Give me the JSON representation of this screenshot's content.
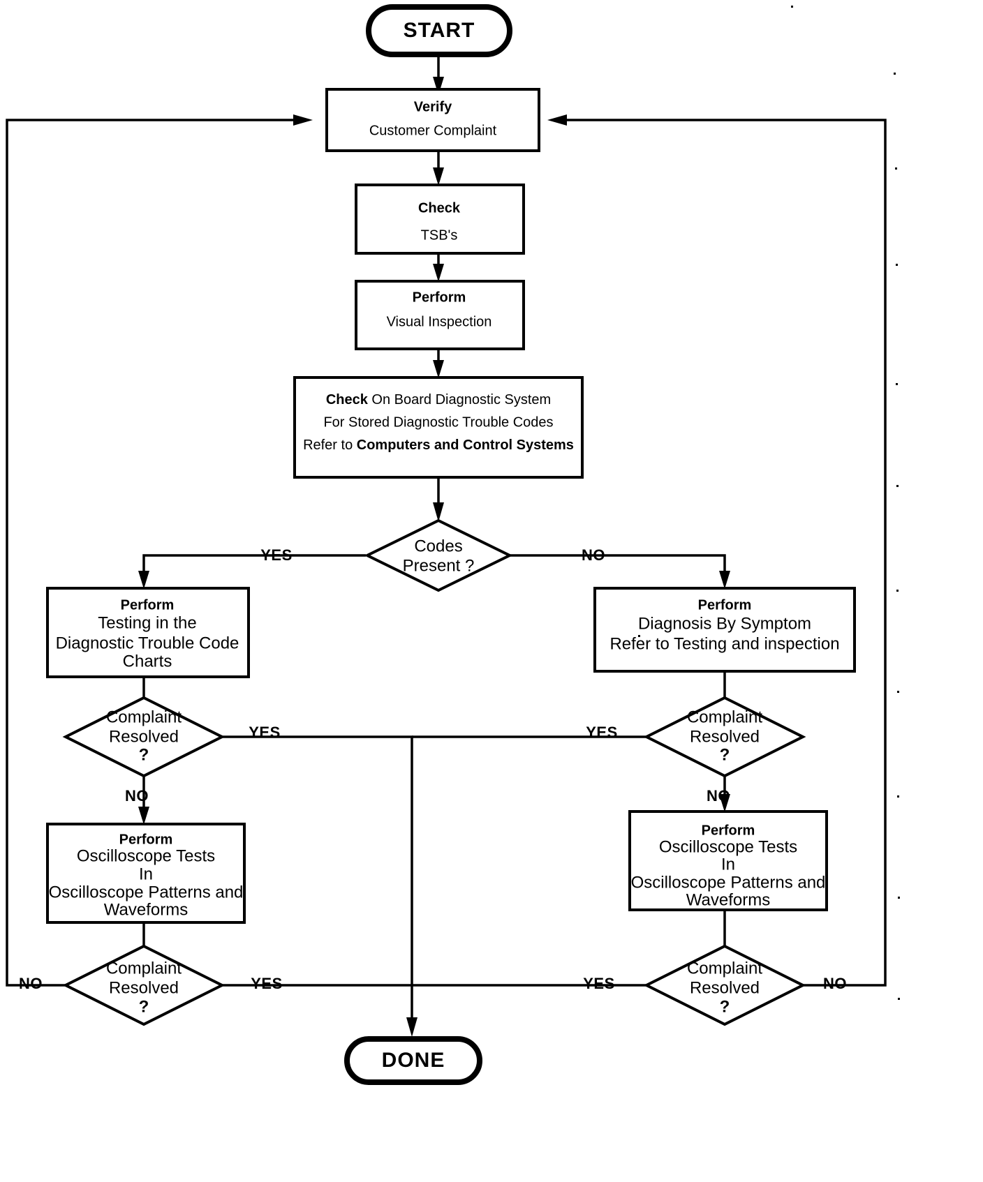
{
  "title": "Automotive Diagnostic Procedure Flowchart",
  "colors": {
    "line": "#000000",
    "fill": "#ffffff",
    "text": "#000000"
  },
  "nodes": {
    "start": {
      "label": "START",
      "shape": "terminal"
    },
    "verify": {
      "line1": "Verify",
      "line2": "Customer Complaint",
      "shape": "process"
    },
    "check_tsb": {
      "line1": "Check",
      "line2": "TSB's",
      "shape": "process"
    },
    "visual": {
      "line1": "Perform",
      "line2": "Visual Inspection",
      "shape": "process"
    },
    "obd": {
      "line1_bold": "Check",
      "line1_rest": " On Board Diagnostic System",
      "line2": "For Stored Diagnostic Trouble Codes",
      "line3_pre": "Refer to ",
      "line3_bold": "Computers and Control Systems",
      "shape": "process"
    },
    "codes_present": {
      "line1": "Codes",
      "line2": "Present ?",
      "shape": "decision"
    },
    "left_test": {
      "line1": "Perform",
      "line2": "Testing in the",
      "line3": "Diagnostic Trouble Code",
      "line4": "Charts",
      "shape": "process"
    },
    "right_test": {
      "line1": "Perform",
      "line2": "Diagnosis By Symptom",
      "line3": "Refer to Testing and inspection",
      "shape": "process"
    },
    "left_resolved_1": {
      "line1": "Complaint",
      "line2": "Resolved",
      "line3": "?",
      "shape": "decision"
    },
    "right_resolved_1": {
      "line1": "Complaint",
      "line2": "Resolved",
      "line3": "?",
      "shape": "decision"
    },
    "left_scope": {
      "line1": "Perform",
      "line2": "Oscilloscope Tests",
      "line3": "In",
      "line4": "Oscilloscope Patterns and",
      "line5": "Waveforms",
      "shape": "process"
    },
    "right_scope": {
      "line1": "Perform",
      "line2": "Oscilloscope Tests",
      "line3": "In",
      "line4": "Oscilloscope Patterns and",
      "line5": "Waveforms",
      "shape": "process"
    },
    "left_resolved_2": {
      "line1": "Complaint",
      "line2": "Resolved",
      "line3": "?",
      "shape": "decision"
    },
    "right_resolved_2": {
      "line1": "Complaint",
      "line2": "Resolved",
      "line3": "?",
      "shape": "decision"
    },
    "done": {
      "label": "DONE",
      "shape": "terminal"
    }
  },
  "edge_labels": {
    "codes_yes": "YES",
    "codes_no": "NO",
    "left_res1_yes": "YES",
    "left_res1_no": "NO",
    "right_res1_yes": "YES",
    "right_res1_no": "NO",
    "left_res2_yes": "YES",
    "left_res2_no": "NO",
    "right_res2_yes": "YES",
    "right_res2_no": "NO"
  },
  "chart_data": {
    "type": "flowchart",
    "title": "Automotive Diagnostic Procedure Flowchart",
    "orientation": "top-down",
    "nodes": [
      {
        "id": "start",
        "type": "terminal",
        "text": "START"
      },
      {
        "id": "verify",
        "type": "process",
        "text": "Verify / Customer Complaint"
      },
      {
        "id": "check_tsb",
        "type": "process",
        "text": "Check / TSB's"
      },
      {
        "id": "visual",
        "type": "process",
        "text": "Perform / Visual Inspection"
      },
      {
        "id": "obd",
        "type": "process",
        "text": "Check On Board Diagnostic System / For Stored Diagnostic Trouble Codes / Refer to Computers and Control Systems"
      },
      {
        "id": "codes_present",
        "type": "decision",
        "text": "Codes Present ?"
      },
      {
        "id": "left_test",
        "type": "process",
        "text": "Perform / Testing in the / Diagnostic Trouble Code / Charts"
      },
      {
        "id": "right_test",
        "type": "process",
        "text": "Perform / Diagnosis By Symptom / Refer to Testing and inspection"
      },
      {
        "id": "left_resolved_1",
        "type": "decision",
        "text": "Complaint Resolved ?"
      },
      {
        "id": "right_resolved_1",
        "type": "decision",
        "text": "Complaint Resolved ?"
      },
      {
        "id": "left_scope",
        "type": "process",
        "text": "Perform / Oscilloscope Tests / In / Oscilloscope Patterns and Waveforms"
      },
      {
        "id": "right_scope",
        "type": "process",
        "text": "Perform / Oscilloscope Tests / In / Oscilloscope Patterns and Waveforms"
      },
      {
        "id": "left_resolved_2",
        "type": "decision",
        "text": "Complaint Resolved ?"
      },
      {
        "id": "right_resolved_2",
        "type": "decision",
        "text": "Complaint Resolved ?"
      },
      {
        "id": "done",
        "type": "terminal",
        "text": "DONE"
      }
    ],
    "edges": [
      {
        "from": "start",
        "to": "verify",
        "label": ""
      },
      {
        "from": "verify",
        "to": "check_tsb",
        "label": ""
      },
      {
        "from": "check_tsb",
        "to": "visual",
        "label": ""
      },
      {
        "from": "visual",
        "to": "obd",
        "label": ""
      },
      {
        "from": "obd",
        "to": "codes_present",
        "label": ""
      },
      {
        "from": "codes_present",
        "to": "left_test",
        "label": "YES"
      },
      {
        "from": "codes_present",
        "to": "right_test",
        "label": "NO"
      },
      {
        "from": "left_test",
        "to": "left_resolved_1",
        "label": ""
      },
      {
        "from": "right_test",
        "to": "right_resolved_1",
        "label": ""
      },
      {
        "from": "left_resolved_1",
        "to": "done",
        "label": "YES"
      },
      {
        "from": "left_resolved_1",
        "to": "left_scope",
        "label": "NO"
      },
      {
        "from": "right_resolved_1",
        "to": "done",
        "label": "YES"
      },
      {
        "from": "right_resolved_1",
        "to": "right_scope",
        "label": "NO"
      },
      {
        "from": "left_scope",
        "to": "left_resolved_2",
        "label": ""
      },
      {
        "from": "right_scope",
        "to": "right_resolved_2",
        "label": ""
      },
      {
        "from": "left_resolved_2",
        "to": "done",
        "label": "YES"
      },
      {
        "from": "left_resolved_2",
        "to": "verify",
        "label": "NO"
      },
      {
        "from": "right_resolved_2",
        "to": "done",
        "label": "YES"
      },
      {
        "from": "right_resolved_2",
        "to": "verify",
        "label": "NO"
      }
    ]
  }
}
